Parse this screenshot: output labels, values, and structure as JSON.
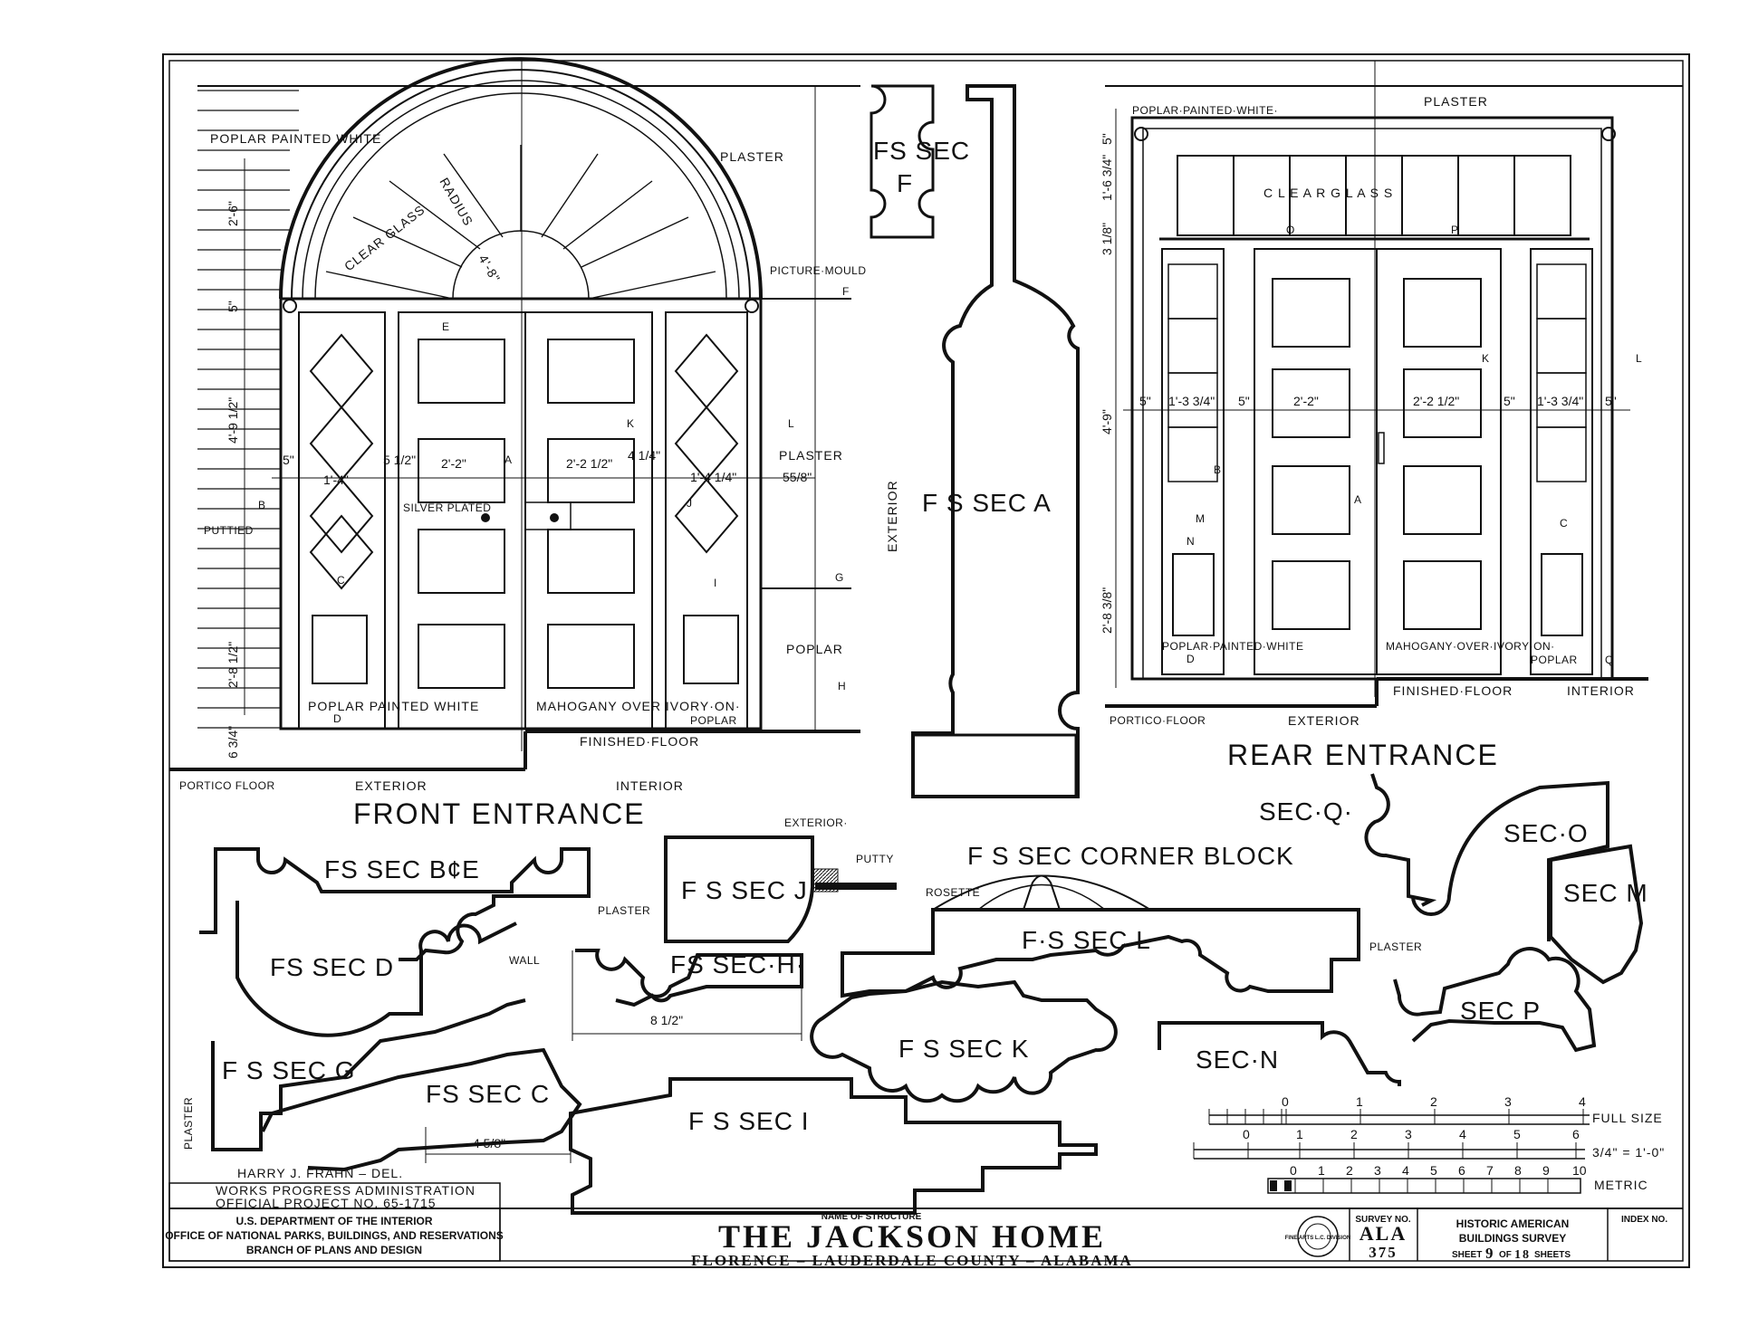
{
  "front_entrance": {
    "title": "FRONT ENTRANCE",
    "labels": {
      "poplar_painted_white_top": "POPLAR PAINTED WHITE",
      "plaster_top": "PLASTER",
      "radius": "RADIUS",
      "radius_value": "4'-8\"",
      "clear_glass": "CLEAR GLASS",
      "picture_mould": "PICTURE·MOULD",
      "silver_plated": "SILVER PLATED",
      "puttied": "PUTTIED",
      "plaster_mid": "PLASTER",
      "poplar": "POPLAR",
      "poplar_painted_white_bottom": "POPLAR PAINTED WHITE",
      "mahogany_over_ivory": "MAHOGANY OVER IVORY·ON·",
      "poplar_bottom": "POPLAR",
      "finished_floor": "FINISHED·FLOOR",
      "portico_floor": "PORTICO FLOOR",
      "exterior": "EXTERIOR",
      "interior": "INTERIOR"
    },
    "letters": {
      "e": "E",
      "f": "F",
      "k": "K",
      "l": "L",
      "a": "A",
      "b": "B",
      "j": "J",
      "c": "C",
      "i": "I",
      "g": "G",
      "h": "H",
      "d": "D"
    },
    "dims": {
      "d_5a": "5\"",
      "d_1_4": "1'-4\"",
      "d_5_half": "5 1/2\"",
      "d_2_2": "2'-2\"",
      "d_2_2_half": "2'-2 1/2\"",
      "d_4_quarter": "4 1/4\"",
      "d_1_4_quarter": "1'-4 1/4\"",
      "d_55_8": "55/8\"",
      "v_2_6": "2'-6\"",
      "v_5": "5\"",
      "v_4_9": "4'-9 1/2\"",
      "v_2_8": "2'-8 1/2\"",
      "v_6_3": "6 3/4\""
    }
  },
  "rear_entrance": {
    "title": "REAR ENTRANCE",
    "labels": {
      "poplar_painted_white_top": "POPLAR·PAINTED·WHITE·",
      "plaster": "PLASTER",
      "clear_glass": "C L E A R     G L A S S",
      "poplar_painted_white": "POPLAR·PAINTED·WHITE",
      "mahogany_over_ivory": "MAHOGANY·OVER·IVORY·ON·",
      "poplar": "POPLAR",
      "finished_floor": "FINISHED·FLOOR",
      "interior": "INTERIOR",
      "portico_floor": "PORTICO·FLOOR",
      "exterior": "EXTERIOR"
    },
    "letters": {
      "o": "O",
      "p": "P",
      "k": "K",
      "l": "L",
      "b": "B",
      "a": "A",
      "m": "M",
      "n": "N",
      "c": "C",
      "d": "D",
      "q": "Q"
    },
    "dims": {
      "d_5a": "5\"",
      "d_1_3": "1'-3 3/4\"",
      "d_5b": "5\"",
      "d_2_2": "2'-2\"",
      "d_2_2_half": "2'-2 1/2\"",
      "d_5c": "5\"",
      "d_1_3b": "1'-3 3/4\"",
      "d_5d": "5\"",
      "v_5": "5\"",
      "v_1_6": "1'-6 3/4\"",
      "v_3_8": "3 1/8\"",
      "v_4_9": "4'-9\"",
      "v_2_8": "2'-8 3/8\""
    }
  },
  "sections": {
    "fs_sec_f": [
      "FS SEC",
      "F"
    ],
    "fs_sec_a": "F S SEC A",
    "exterior_vertical": "EXTERIOR",
    "fs_sec_be": "FS SEC B¢E",
    "fs_sec_d": "FS SEC D",
    "fs_sec_j": "F S SEC J",
    "exterior_j": "EXTERIOR·",
    "putty": "PUTTY",
    "plaster_j": "PLASTER",
    "fs_sec_h": "FS SEC·H·",
    "wall": "WALL",
    "dim_8_half": "8 1/2\"",
    "fs_sec_g": "F S SEC G",
    "plaster_g": "PLASTER",
    "fs_sec_c": "FS SEC C",
    "dim_4_5_8": "4 5/8\"",
    "fs_sec_i": "F S SEC I",
    "fs_sec_corner_block": "F S SEC CORNER BLOCK",
    "rosette": "ROSETTE",
    "fs_sec_l": "F·S SEC L",
    "fs_sec_k": "F S SEC K",
    "sec_q": "SEC·Q·",
    "sec_o": "SEC·O",
    "sec_m": "SEC M",
    "plaster_p": "PLASTER",
    "sec_p": "SEC P",
    "sec_n": "SEC·N"
  },
  "scales": {
    "full_size_label": "FULL SIZE",
    "full_size_ticks": [
      "0",
      "1",
      "2",
      "3",
      "4"
    ],
    "three_quarter_label": "3/4\" = 1'-0\"",
    "three_quarter_ticks": [
      "0",
      "1",
      "2",
      "3",
      "4",
      "5",
      "6"
    ],
    "metric_label": "METRIC",
    "metric_ticks": [
      "0",
      "1",
      "2",
      "3",
      "4",
      "5",
      "6",
      "7",
      "8",
      "9",
      "10"
    ]
  },
  "title_block": {
    "delineator": "HARRY J. FRAHN – DEL.",
    "wpa_line1": "WORKS PROGRESS ADMINISTRATION",
    "wpa_line2": "OFFICIAL  PROJECT  NO. 65-1715",
    "dept_line1": "U.S. DEPARTMENT OF THE INTERIOR",
    "dept_line2": "OFFICE OF NATIONAL PARKS, BUILDINGS, AND RESERVATIONS",
    "dept_line3": "BRANCH OF PLANS AND DESIGN",
    "name_of_structure_label": "NAME OF STRUCTURE",
    "structure_name": "THE  JACKSON  HOME",
    "location": "FLORENCE – LAUDERDALE COUNTY – ALABAMA",
    "seal_text": "FINE ARTS L.C. DIVISION",
    "survey_no_label": "SURVEY NO.",
    "survey_no_1": "ALA",
    "survey_no_2": "375",
    "habs_line1": "HISTORIC AMERICAN",
    "habs_line2": "BUILDINGS SURVEY",
    "sheet_text": "SHEET",
    "sheet_no": "9",
    "of_text": "OF",
    "sheet_total": "18",
    "sheets_text": "SHEETS",
    "index_no_label": "INDEX NO."
  }
}
